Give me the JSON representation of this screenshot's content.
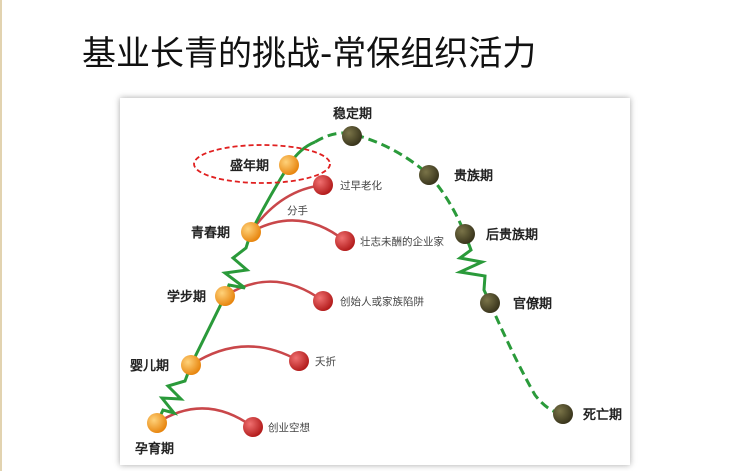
{
  "title": "基业长青的挑战-常保组织活力",
  "growth_stages": [
    "孕育期",
    "婴儿期",
    "学步期",
    "青春期",
    "盛年期"
  ],
  "decline_stages": [
    "稳定期",
    "贵族期",
    "后贵族期",
    "官僚期",
    "死亡期"
  ],
  "traps": [
    "创业空想",
    "夭折",
    "创始人或家族陷阱",
    "壮志未酬的企业家",
    "过早老化"
  ],
  "split_label": "分手",
  "highlighted_stage": "盛年期",
  "colors": {
    "growth_node": "#f7941d",
    "trap_node": "#d42a2a",
    "decline_node": "#4a4526",
    "curve": "#2a9a3a",
    "trap_arc": "#c9474a",
    "highlight": "#e02020"
  }
}
